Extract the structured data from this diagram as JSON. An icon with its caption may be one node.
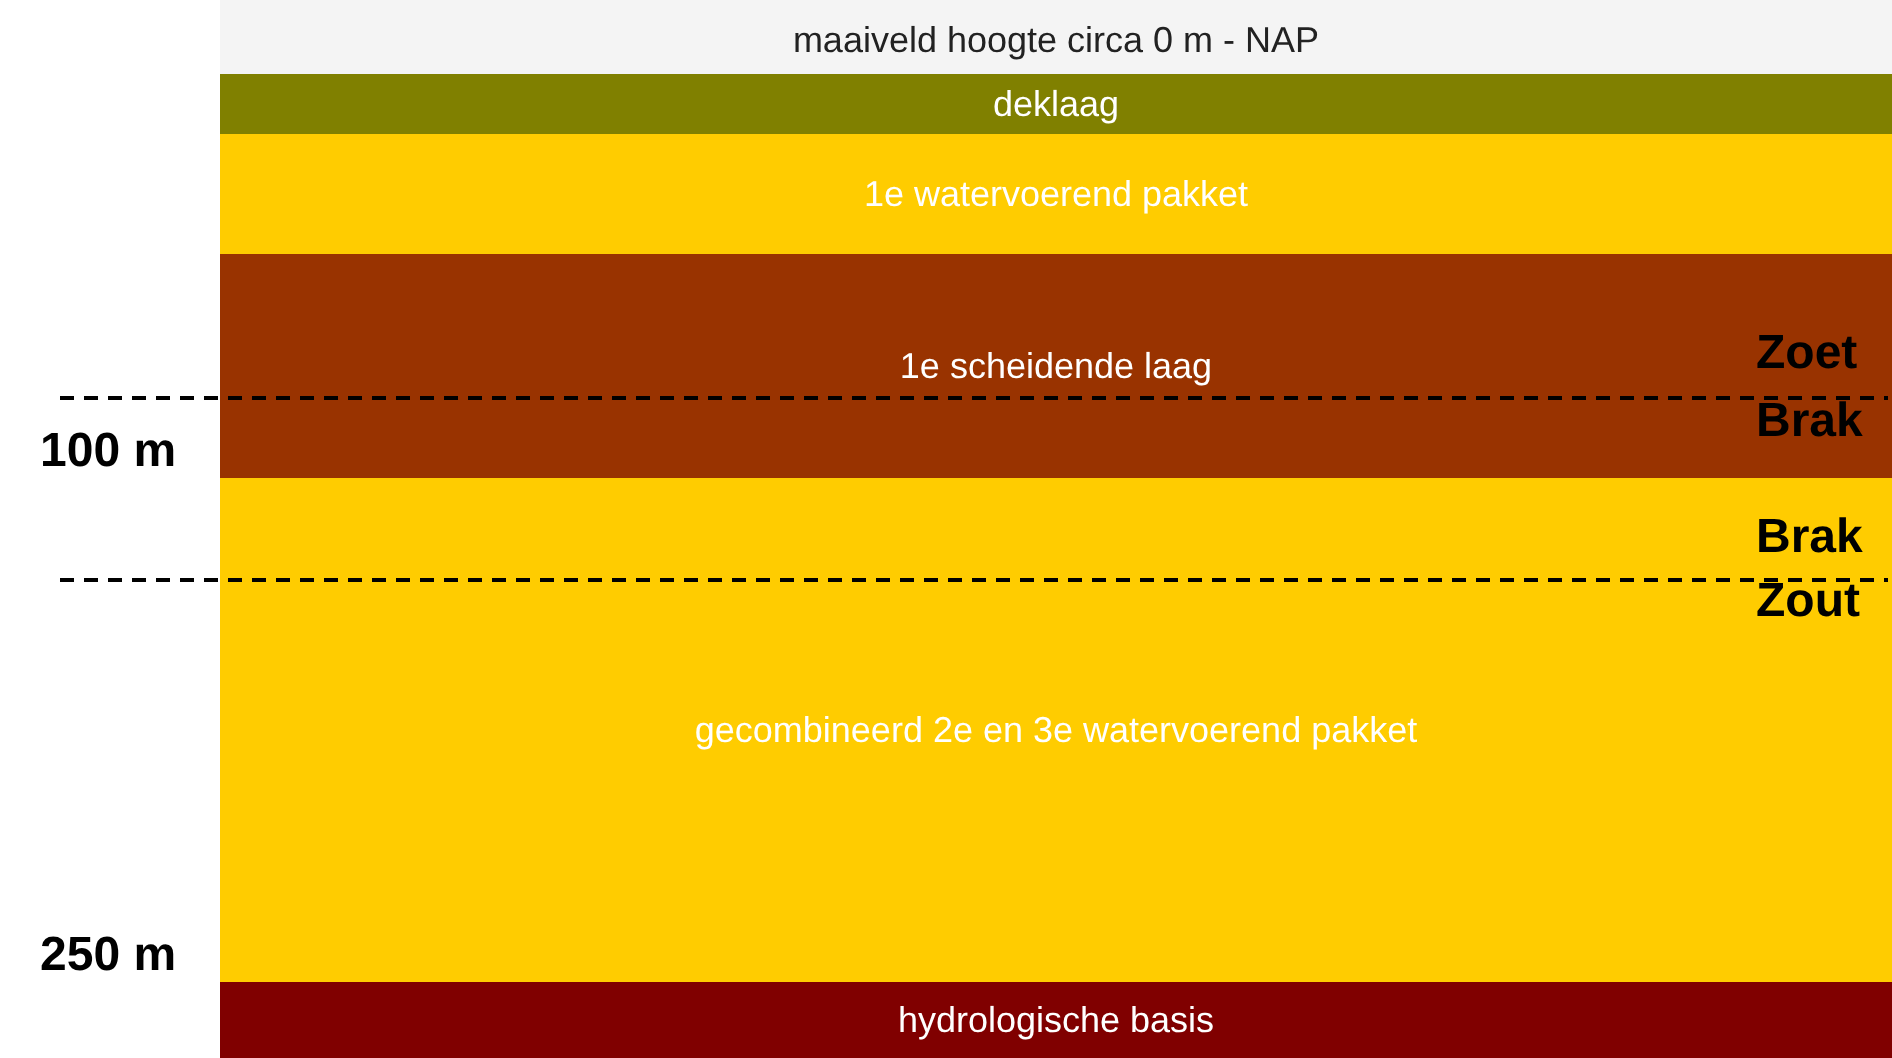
{
  "diagram": {
    "nodes": [
      {
        "text": [
          "maaiveld hoogte circa 0 m - NAP"
        ]
      },
      {
        "text": [
          "deklaag"
        ]
      },
      {
        "text": [
          "1e watervoerend pakket"
        ]
      },
      {
        "text": [
          "1e scheidende laag"
        ]
      },
      {
        "text": [
          "gecombineerd 2e en 3e watervoerend pakket"
        ]
      },
      {
        "text": [
          "hydrologische basis"
        ]
      }
    ],
    "edges": [],
    "labels": [
      "Zoet",
      "Brak",
      "100 m",
      "Brak",
      "Zout",
      "250 m"
    ]
  }
}
